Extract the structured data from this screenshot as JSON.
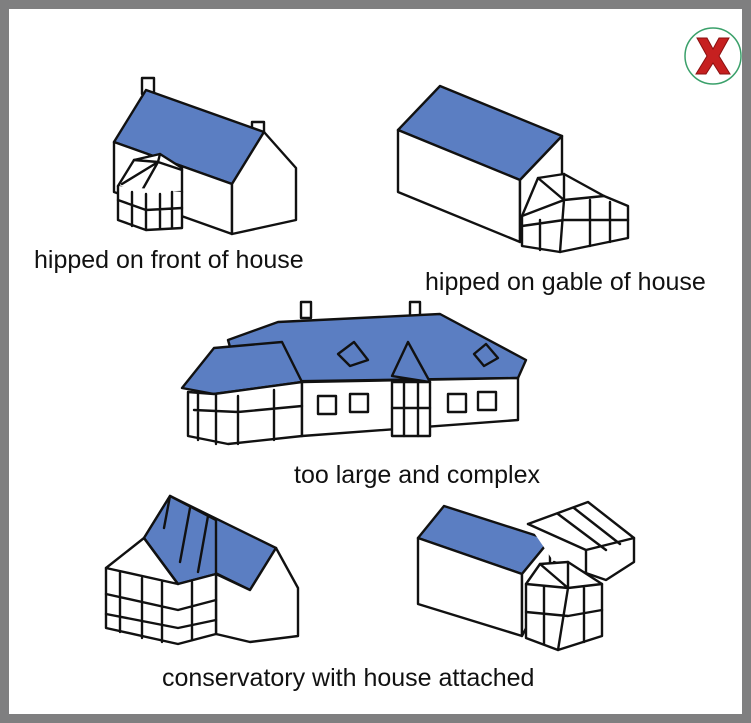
{
  "captions": {
    "front": "hipped on front of house",
    "gable": "hipped on gable of house",
    "large": "too large and complex",
    "attached": "conservatory with house attached"
  },
  "badge": {
    "symbol": "X",
    "icon": "red-cross-icon",
    "color": "#c62020",
    "ring": "#3aa06a"
  },
  "colors": {
    "roof": "#5b7ec2",
    "frame": "#7f7f80",
    "ink": "#111111"
  }
}
